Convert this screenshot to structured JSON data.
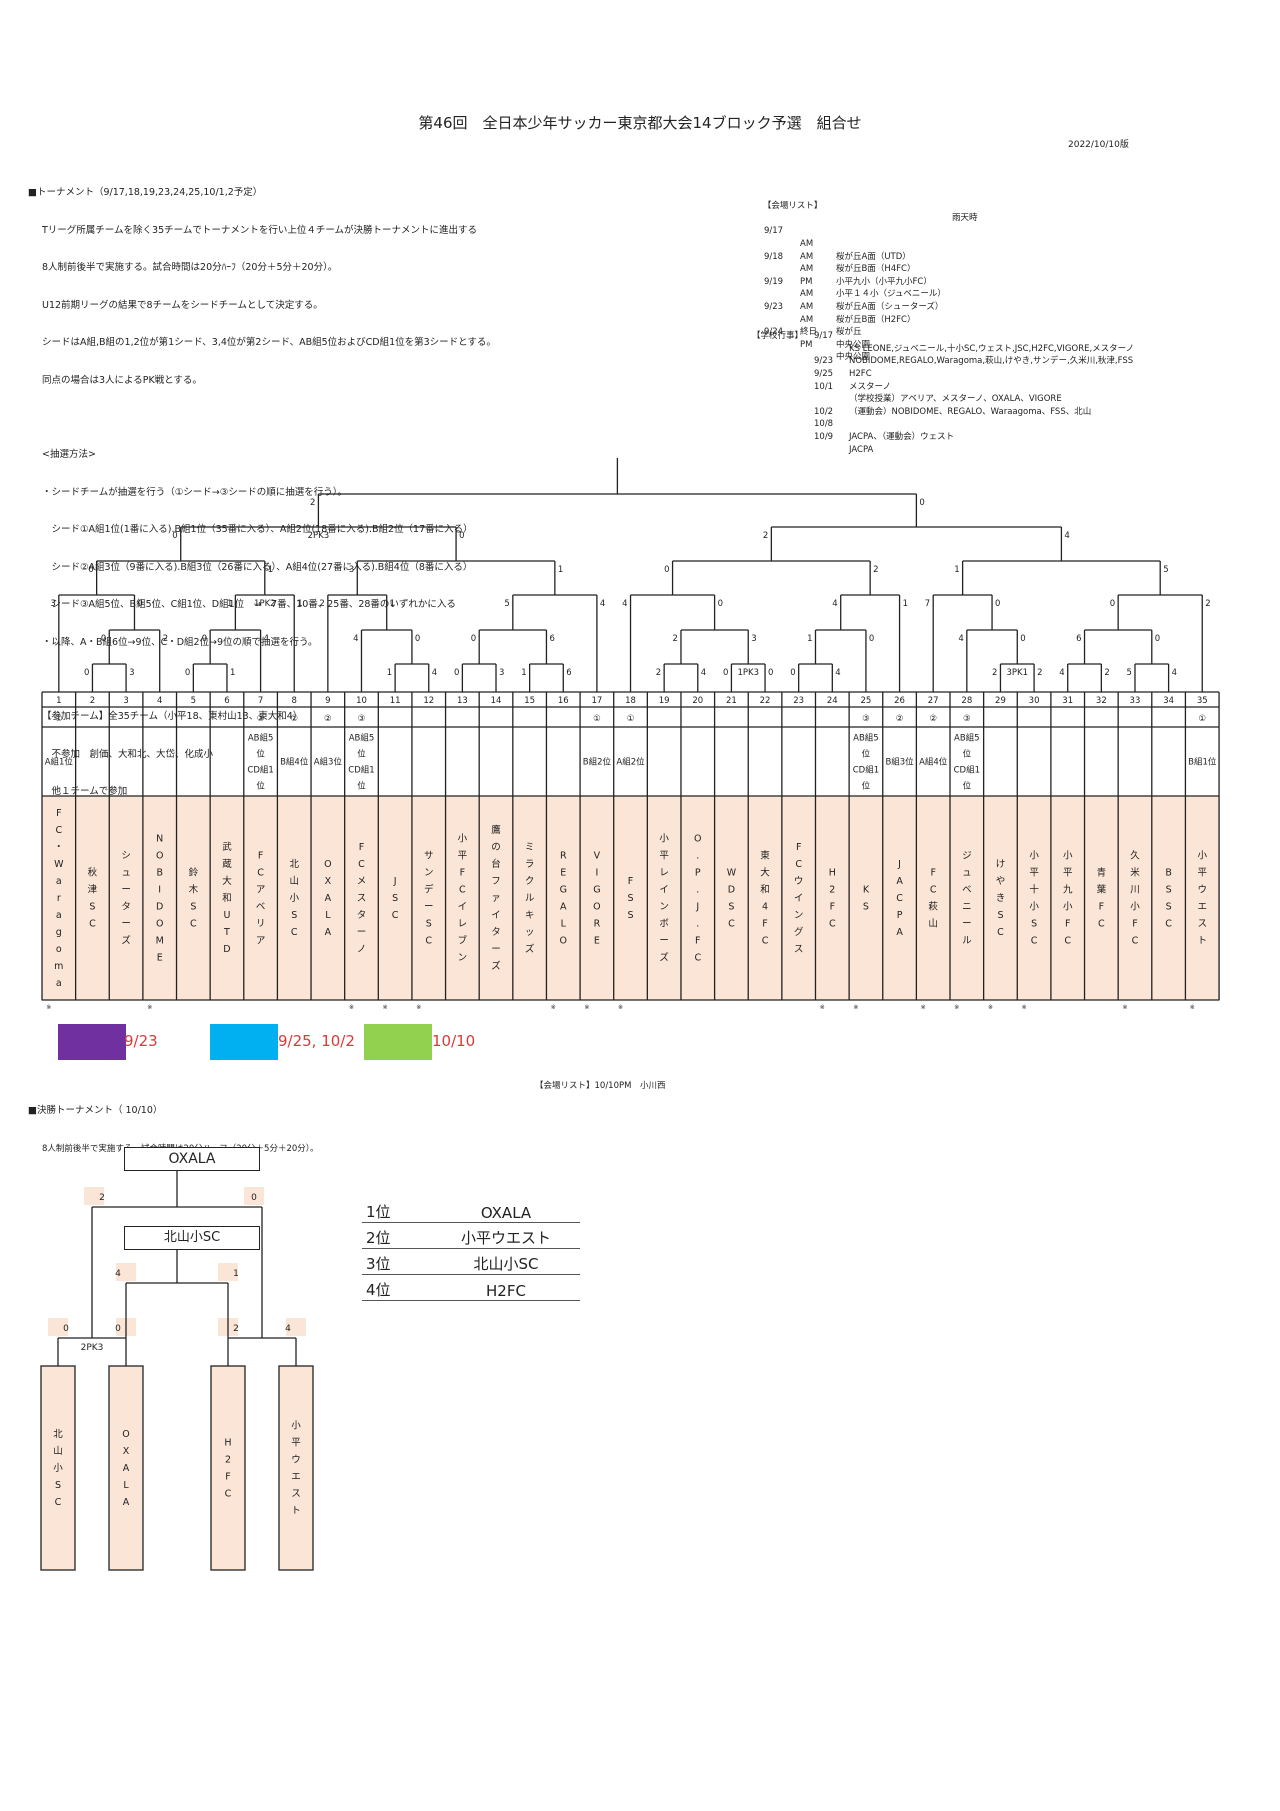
{
  "title": "第46回　全日本少年サッカー東京都大会14ブロック予選　組合せ",
  "edition": "2022/10/10版",
  "tournament": {
    "heading": "■トーナメント（9/17,18,19,23,24,25,10/1,2予定）",
    "lines": [
      "Tリーグ所属チームを除く35チームでトーナメントを行い上位４チームが決勝トーナメントに進出する",
      "8人制前後半で実施する。試合時間は20分ﾊｰﾌ（20分＋5分＋20分）。",
      "U12前期リーグの結果で8チームをシードチームとして決定する。",
      "シードはA組,B組の1,2位が第1シード、3,4位が第2シード、AB組5位およびCD組1位を第3シードとする。",
      "同点の場合は3人によるPK戦とする。"
    ],
    "method_heading": "<抽選方法>",
    "method_lines": [
      "・シードチームが抽選を行う（①シード→③シードの順に抽選を行う）。",
      "　シード①A組1位(1番に入る).B組1位（35番に入る）、A組2位(18番に入る).B組2位（17番に入る）",
      "　シード②A組3位（9番に入る).B組3位（26番に入る）、A組4位(27番に入る).B組4位（8番に入る）",
      "　シード③A組5位、B組5位、C組1位、D組1位　→　7番、10番、25番、28番のいずれかに入る",
      "・以降、A・B組6位→9位、C・D組2位→9位の順で抽選を行う。"
    ],
    "teams_heading": "【参加チーム】全35チーム（小平18、東村山13、東大和4）",
    "teams_lines": [
      "　不参加　創価、大和北、大岱、化成小",
      "　他１チームで参加"
    ]
  },
  "venues": {
    "heading": "【会場リスト】",
    "rain": "雨天時",
    "rows": [
      {
        "date": "9/17",
        "time": "AM",
        "place": "桜が丘A面（UTD）"
      },
      {
        "date": "",
        "time": "AM",
        "place": "桜が丘B面（H4FC）"
      },
      {
        "date": "9/18",
        "time": "AM",
        "place": "小平九小（小平九小FC）"
      },
      {
        "date": "",
        "time": "PM",
        "place": "小平１４小（ジュベニール）"
      },
      {
        "date": "9/19",
        "time": "AM",
        "place": "桜が丘A面（シューターズ）"
      },
      {
        "date": "",
        "time": "AM",
        "place": "桜が丘B面（H2FC）"
      },
      {
        "date": "9/23",
        "time": "AM",
        "place": "桜が丘"
      },
      {
        "date": "",
        "time": "終日",
        "place": "中央公園"
      },
      {
        "date": "9/24",
        "time": "PM",
        "place": "中央公園"
      }
    ]
  },
  "school_events": {
    "heading": "【学校行事】",
    "rows": [
      {
        "date": "9/17",
        "text": "KS LEONE,ジュベニール,十小SC,ウェスト,JSC,H2FC,VIGORE,メスターノ"
      },
      {
        "date": "",
        "text": "NOBIDOME,REGALO,Waragoma,萩山,けやき,サンデー,久米川,秋津,FSS"
      },
      {
        "date": "9/23",
        "text": "H2FC"
      },
      {
        "date": "9/25",
        "text": "メスターノ"
      },
      {
        "date": "10/1",
        "text": "（学校授業）アベリア、メスターノ、OXALA、VIGORE"
      },
      {
        "date": "",
        "text": "（運動会）NOBIDOME、REGALO、Waraagoma、FSS、北山"
      },
      {
        "date": "10/2",
        "text": ""
      },
      {
        "date": "10/8",
        "text": "JACPA、（運動会）ウェスト"
      },
      {
        "date": "10/9",
        "text": "JACPA"
      }
    ]
  },
  "slots": [
    {
      "no": "1",
      "seed": "①",
      "cond": "A組1位",
      "name": "FC・Waragoma"
    },
    {
      "no": "2",
      "seed": "",
      "cond": "",
      "name": "秋津SC"
    },
    {
      "no": "3",
      "seed": "",
      "cond": "",
      "name": "シューターズ"
    },
    {
      "no": "4",
      "seed": "",
      "cond": "",
      "name": "NOBIDOME"
    },
    {
      "no": "5",
      "seed": "",
      "cond": "",
      "name": "鈴木SC"
    },
    {
      "no": "6",
      "seed": "",
      "cond": "",
      "name": "武蔵大和UTD"
    },
    {
      "no": "7",
      "seed": "③",
      "cond": "AB組5位CD組1位",
      "name": "FCアベリア"
    },
    {
      "no": "8",
      "seed": "②",
      "cond": "B組4位",
      "name": "北山小SC"
    },
    {
      "no": "9",
      "seed": "②",
      "cond": "A組3位",
      "name": "OXALA"
    },
    {
      "no": "10",
      "seed": "③",
      "cond": "AB組5位CD組1位",
      "name": "FCメスターノ"
    },
    {
      "no": "11",
      "seed": "",
      "cond": "",
      "name": "JSC"
    },
    {
      "no": "12",
      "seed": "",
      "cond": "",
      "name": "サンデーSC"
    },
    {
      "no": "13",
      "seed": "",
      "cond": "",
      "name": "小平FCイレブン"
    },
    {
      "no": "14",
      "seed": "",
      "cond": "",
      "name": "鷹の台ファイターズ"
    },
    {
      "no": "15",
      "seed": "",
      "cond": "",
      "name": "ミラクルキッズ"
    },
    {
      "no": "16",
      "seed": "",
      "cond": "",
      "name": "REGALO"
    },
    {
      "no": "17",
      "seed": "①",
      "cond": "B組2位",
      "name": "VIGORE"
    },
    {
      "no": "18",
      "seed": "①",
      "cond": "A組2位",
      "name": "FSS"
    },
    {
      "no": "19",
      "seed": "",
      "cond": "",
      "name": "小平レインボーズ"
    },
    {
      "no": "20",
      "seed": "",
      "cond": "",
      "name": "O.P.J.FC"
    },
    {
      "no": "21",
      "seed": "",
      "cond": "",
      "name": "WDSC"
    },
    {
      "no": "22",
      "seed": "",
      "cond": "",
      "name": "東大和4FC"
    },
    {
      "no": "23",
      "seed": "",
      "cond": "",
      "name": "FCウイングス"
    },
    {
      "no": "24",
      "seed": "",
      "cond": "",
      "name": "H2FC"
    },
    {
      "no": "25",
      "seed": "③",
      "cond": "AB組5位CD組1位",
      "name": "KS"
    },
    {
      "no": "26",
      "seed": "②",
      "cond": "B組3位",
      "name": "JACPA"
    },
    {
      "no": "27",
      "seed": "②",
      "cond": "A組4位",
      "name": "FC萩山"
    },
    {
      "no": "28",
      "seed": "③",
      "cond": "AB組5位CD組1位",
      "name": "ジュベニール"
    },
    {
      "no": "29",
      "seed": "",
      "cond": "",
      "name": "けやきSC"
    },
    {
      "no": "30",
      "seed": "",
      "cond": "",
      "name": "小平十小SC"
    },
    {
      "no": "31",
      "seed": "",
      "cond": "",
      "name": "小平九小FC"
    },
    {
      "no": "32",
      "seed": "",
      "cond": "",
      "name": "青葉FC"
    },
    {
      "no": "33",
      "seed": "",
      "cond": "",
      "name": "久米川小FC"
    },
    {
      "no": "34",
      "seed": "",
      "cond": "",
      "name": "BSSC"
    },
    {
      "no": "35",
      "seed": "①",
      "cond": "B組1位",
      "name": "小平ウエスト"
    }
  ],
  "legend": [
    {
      "label": "9/23",
      "color": "#7030a0"
    },
    {
      "label": "9/25, 10/2",
      "color": "#00b0f0"
    },
    {
      "label": "10/10",
      "color": "#92d050"
    }
  ],
  "final": {
    "heading": "■決勝トーナメント（ 10/10）",
    "subline": "8人制前後半で実施する。試合時間は20分ハーフ（20分＋5分＋20分）。",
    "venue": "【会場リスト】10/10PM　小川西",
    "champion": "OXALA",
    "semi_winner": "北山小SC",
    "teams": [
      "北山小SC",
      "OXALA",
      "H2FC",
      "小平ウエスト"
    ],
    "scores": {
      "final_left": "2",
      "final_right": "0",
      "third_left": "4",
      "third_right": "1",
      "sf1_left": "0",
      "sf1_right": "0",
      "sf1_pk": "2PK3",
      "sf2_left": "2",
      "sf2_right": "4"
    },
    "ranking": [
      {
        "pos": "1位",
        "team": "OXALA"
      },
      {
        "pos": "2位",
        "team": "小平ウエスト"
      },
      {
        "pos": "3位",
        "team": "北山小SC"
      },
      {
        "pos": "4位",
        "team": "H2FC"
      }
    ]
  },
  "colors": {
    "team_fill": "#fbe5d6",
    "line": "#222222"
  }
}
